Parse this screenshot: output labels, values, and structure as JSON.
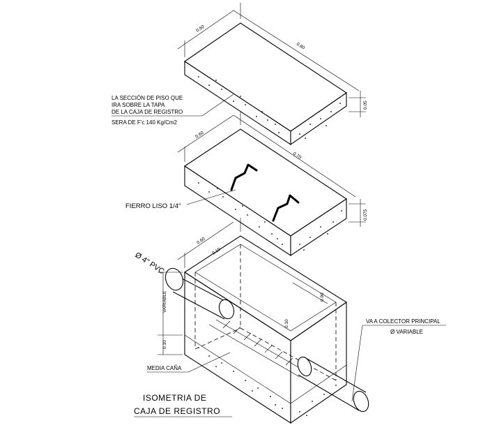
{
  "title": {
    "line1": "ISOMETRIA DE",
    "line2": "CAJA DE REGISTRO"
  },
  "notes": {
    "floor_section": {
      "line1": "LA SECCIÓN DE PISO QUE",
      "line2": "IRA SOBRE LA TAPA",
      "line3": "DE LA CAJA DE REGISTRO",
      "line4": "SERA DE F'c 140 Kg/Cm2"
    },
    "rebar": "FIERRO LISO 1/4\"",
    "pipe_in": "Ø 4\" PVC",
    "channel": "MEDIA CAÑA",
    "outlet": {
      "line1": "VA A COLECTOR PRINCIPAL",
      "line2": "Ø VARIABLE"
    }
  },
  "dimensions": {
    "top_slab_width": "0.60",
    "top_slab_length": "0.80",
    "top_slab_thickness": "0.05",
    "lid_width": "0.60",
    "lid_length": "0.70",
    "lid_thickness": "0.075",
    "box_width": "0.60",
    "box_wall": "0.10",
    "box_length": "0.90",
    "box_inner": "0.10",
    "box_height": "VARIABLE",
    "box_base": "0.10"
  }
}
